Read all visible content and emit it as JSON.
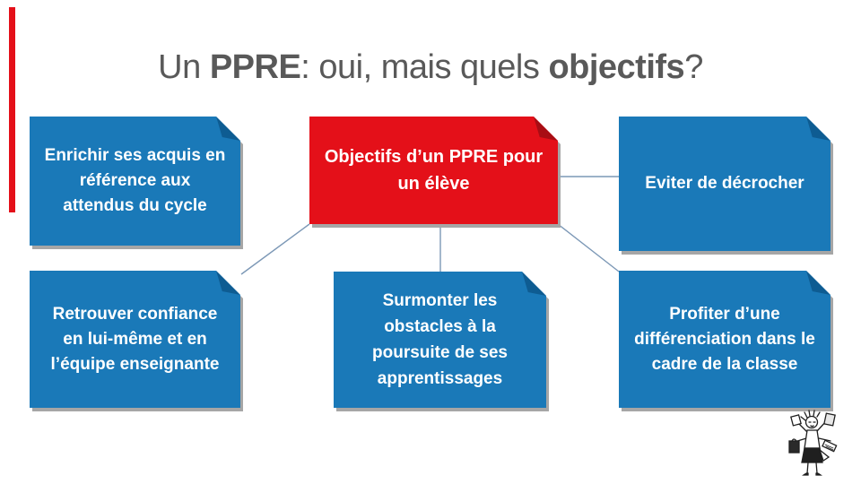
{
  "title": {
    "full_text": "Un PPRE: oui, mais quels objectifs?",
    "segments": [
      {
        "text": "Un ",
        "bold": false
      },
      {
        "text": "PPRE",
        "bold": true
      },
      {
        "text": ": oui, mais quels ",
        "bold": false
      },
      {
        "text": "objectifs",
        "bold": true
      },
      {
        "text": "?",
        "bold": false
      }
    ]
  },
  "diagram": {
    "center_box": {
      "label": "Objectifs d’un PPRE pour un élève",
      "color": "red"
    },
    "branch_boxes": [
      {
        "label": "Enrichir ses acquis en référence aux attendus du cycle",
        "position": "top-left",
        "color": "blue"
      },
      {
        "label": "Eviter de décrocher",
        "position": "top-right",
        "color": "blue"
      },
      {
        "label": "Retrouver confiance en lui-même et en l’équipe enseignante",
        "position": "bottom-left",
        "color": "blue"
      },
      {
        "label": "Surmonter les obstacles à la poursuite de ses apprentissages",
        "position": "bottom-center",
        "color": "blue"
      },
      {
        "label": "Profiter d’une différenciation dans le cadre de la classe",
        "position": "bottom-right",
        "color": "blue"
      }
    ],
    "connections": [
      {
        "from": "center",
        "to": "top-right",
        "shape": "horizontal-line"
      },
      {
        "from": "center",
        "to": "bottom-center",
        "shape": "vertical-line"
      },
      {
        "from": "center",
        "to": "bottom-left",
        "shape": "diagonal-line"
      },
      {
        "from": "center",
        "to": "bottom-right",
        "shape": "diagonal-line"
      }
    ]
  },
  "decorations": {
    "left_accent_bar": true,
    "cartoon": "multitasking-teacher-cartoon"
  },
  "colors": {
    "box_blue": "#1A79B8",
    "box_blue_fold": "#0E5C92",
    "box_red": "#E41019",
    "box_red_fold": "#A80D14",
    "shadow_gray": "#A6A6A6",
    "connector_blue": "#7C98B6",
    "title_gray": "#595959"
  }
}
